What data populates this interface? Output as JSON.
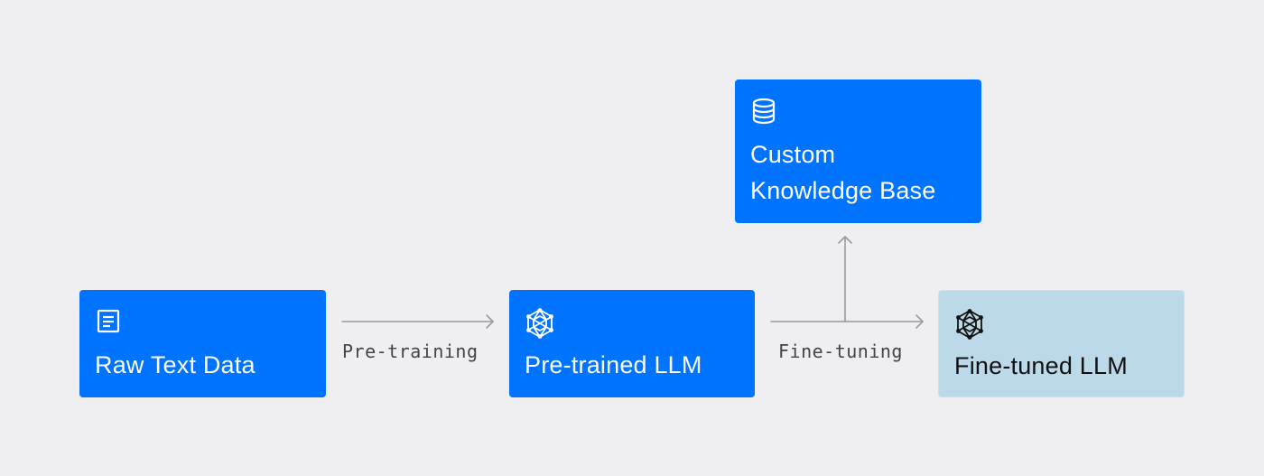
{
  "nodes": {
    "raw_text_data": {
      "label": "Raw Text Data",
      "icon": "document-icon"
    },
    "pretrained_llm": {
      "label": "Pre-trained LLM",
      "icon": "network-icon"
    },
    "finetuned_llm": {
      "label": "Fine-tuned LLM",
      "icon": "network-icon"
    },
    "knowledge_base": {
      "label_line1": "Custom",
      "label_line2": "Knowledge Base",
      "icon": "database-icon"
    }
  },
  "edges": {
    "pretraining": {
      "label": "Pre-training"
    },
    "finetuning": {
      "label": "Fine-tuning"
    }
  },
  "colors": {
    "background": "#efeef1",
    "primary_node": "#0073ff",
    "muted_node": "#bcd9ea",
    "arrow": "#9a9a9a"
  }
}
